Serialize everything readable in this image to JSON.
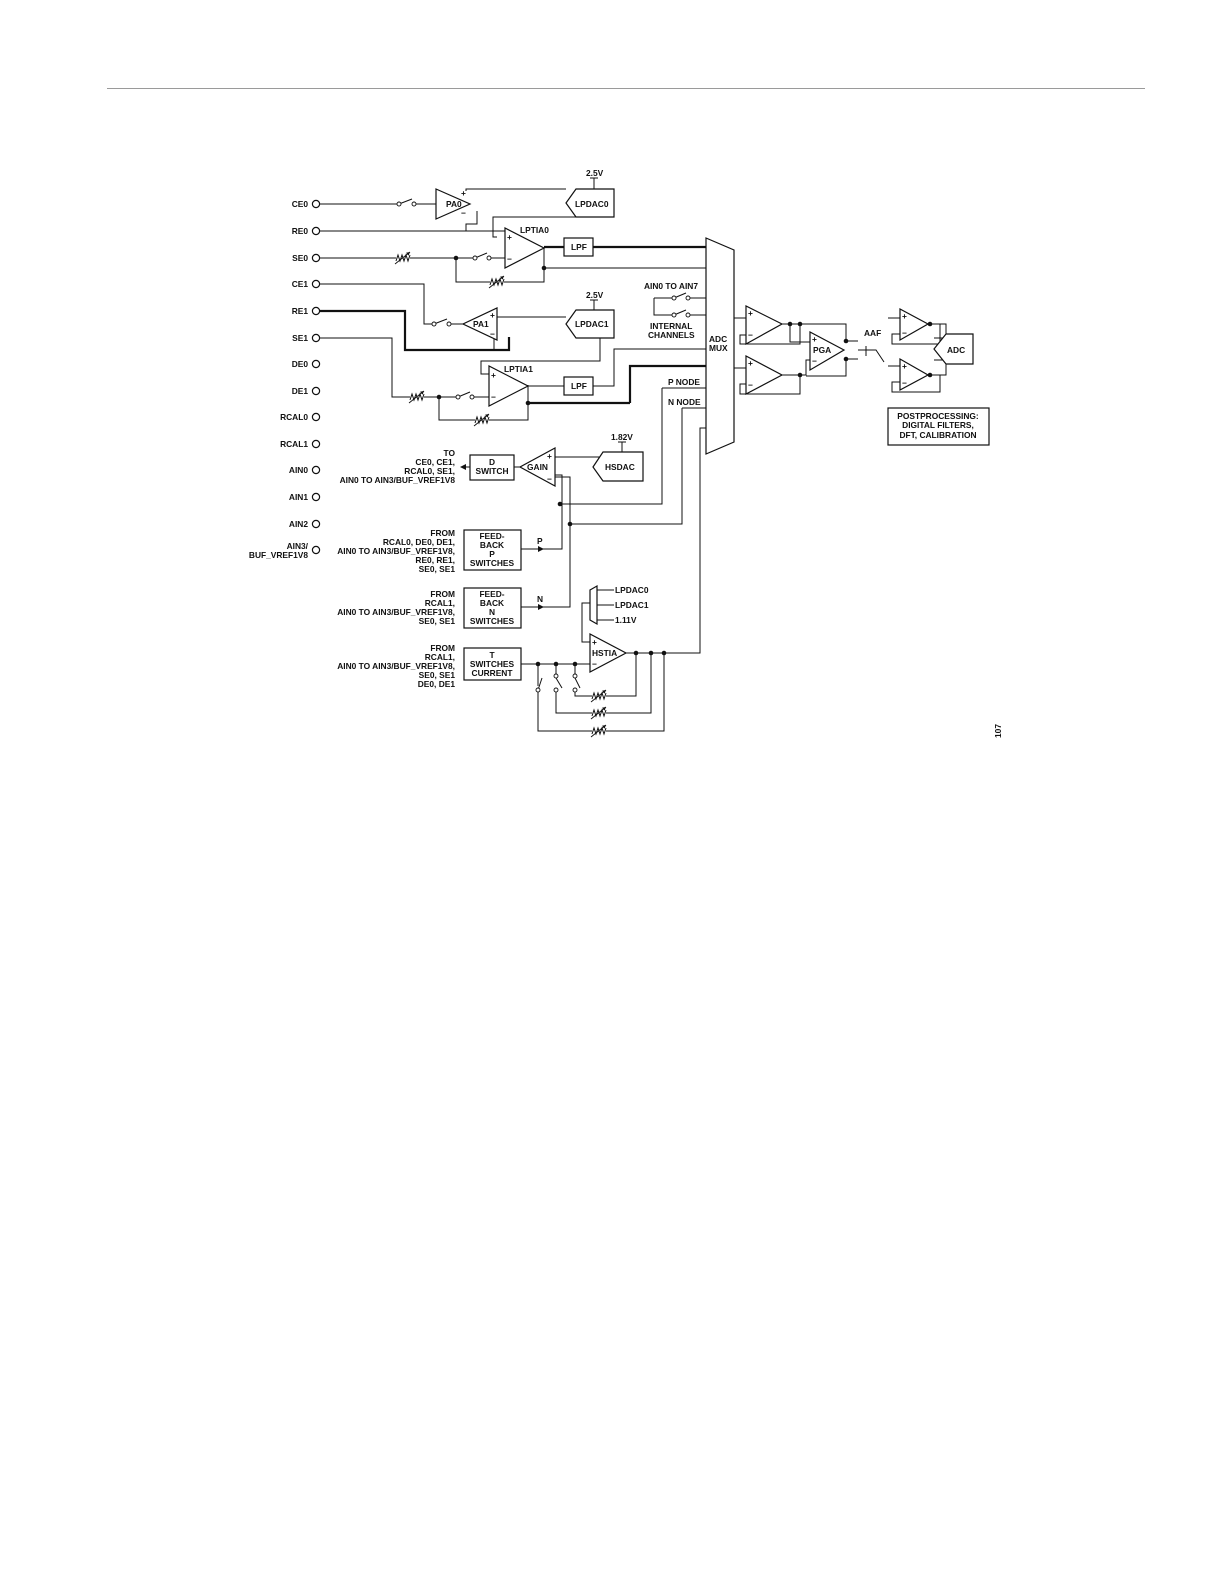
{
  "pins": [
    "CE0",
    "RE0",
    "SE0",
    "CE1",
    "RE1",
    "SE1",
    "DE0",
    "DE1",
    "RCAL0",
    "RCAL1",
    "AIN0",
    "AIN1",
    "AIN2",
    "AIN3/",
    "BUF_VREF1V8"
  ],
  "amplifiers": {
    "pa0": "PA0",
    "pa1": "PA1",
    "lptia0": "LPTIA0",
    "lptia1": "LPTIA1",
    "gain": "GAIN",
    "hstia": "HSTIA",
    "pga": "PGA"
  },
  "blocks": {
    "lpdac0": "LPDAC0",
    "lpdac1": "LPDAC1",
    "lpf": "LPF",
    "hsdac": "HSDAC",
    "adc": "ADC",
    "adc_mux": [
      "ADC",
      "MUX"
    ],
    "d_switch": [
      "D",
      "SWITCH"
    ],
    "feedback_p": [
      "FEED-",
      "BACK",
      "P",
      "SWITCHES"
    ],
    "feedback_n": [
      "FEED-",
      "BACK",
      "N",
      "SWITCHES"
    ],
    "t_switches": [
      "T",
      "SWITCHES",
      "CURRENT"
    ],
    "postprocessing": [
      "POSTPROCESSING:",
      "DIGITAL FILTERS,",
      "DFT, CALIBRATION"
    ]
  },
  "labels": {
    "v25": "2.5V",
    "v182": "1.82V",
    "ain0_to_ain7": "AIN0 TO AIN7",
    "internal_channels": [
      "INTERNAL",
      "CHANNELS"
    ],
    "p_node": "P NODE",
    "n_node": "N NODE",
    "aaf": "AAF",
    "p": "P",
    "n": "N",
    "hstia_mux_inputs": [
      "LPDAC0",
      "LPDAC1",
      "1.11V"
    ],
    "plus": "+",
    "minus": "−",
    "figure_id": "107"
  },
  "annotations": {
    "to_dswitch": [
      "TO",
      "CE0, CE1,",
      "RCAL0, SE1,",
      "AIN0 TO AIN3/BUF_VREF1V8"
    ],
    "from_p": [
      "FROM",
      "RCAL0, DE0, DE1,",
      "AIN0 TO AIN3/BUF_VREF1V8,",
      "RE0, RE1,",
      "SE0, SE1"
    ],
    "from_n": [
      "FROM",
      "RCAL1,",
      "AIN0 TO AIN3/BUF_VREF1V8,",
      "SE0, SE1"
    ],
    "from_t": [
      "FROM",
      "RCAL1,",
      "AIN0 TO AIN3/BUF_VREF1V8,",
      "SE0, SE1",
      "DE0, DE1"
    ]
  }
}
